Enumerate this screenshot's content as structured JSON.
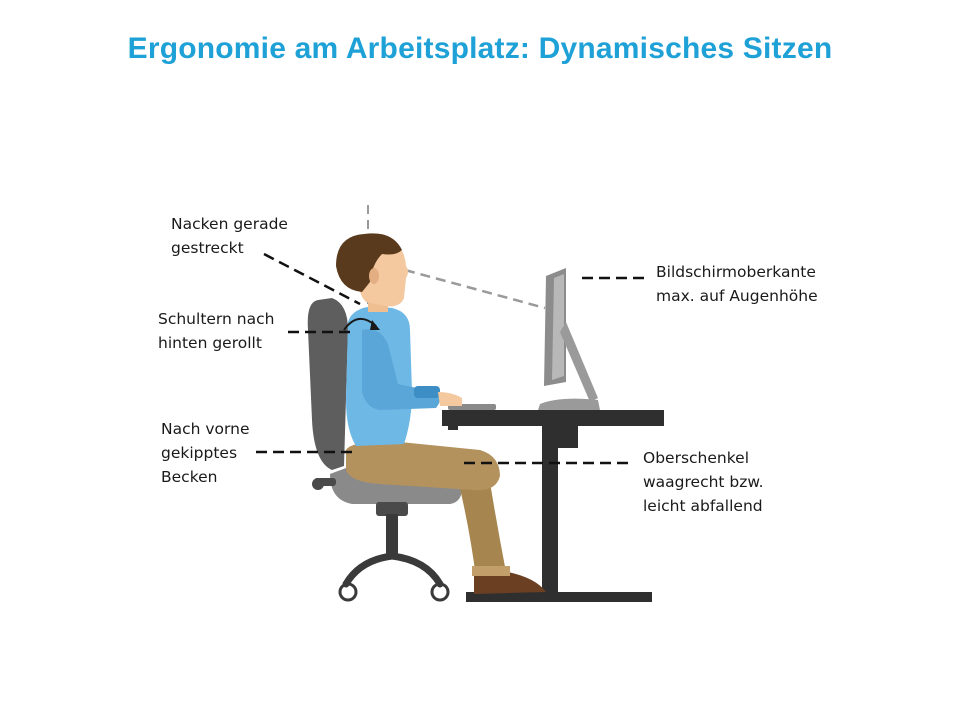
{
  "title": "Ergonomie am Arbeitsplatz: Dynamisches Sitzen",
  "annotations": {
    "neck": {
      "lines": [
        "Nacken gerade",
        "gestreckt"
      ]
    },
    "shoulders": {
      "lines": [
        "Schultern nach",
        "hinten gerollt"
      ]
    },
    "pelvis": {
      "lines": [
        "Nach vorne",
        "gekipptes",
        "Becken"
      ]
    },
    "monitor": {
      "lines": [
        "Bildschirmoberkante",
        "max. auf Augenhöhe"
      ]
    },
    "thigh": {
      "lines": [
        "Oberschenkel",
        "waagrecht bzw.",
        "leicht abfallend"
      ]
    }
  },
  "colors": {
    "title": "#1ea1d6",
    "shirt": "#6eb8e6",
    "trousers": "#b4925e",
    "hair": "#5a3a1c",
    "skin": "#f4c9a0",
    "desk": "#2f2f2f",
    "chair": "#6b6b6b"
  }
}
